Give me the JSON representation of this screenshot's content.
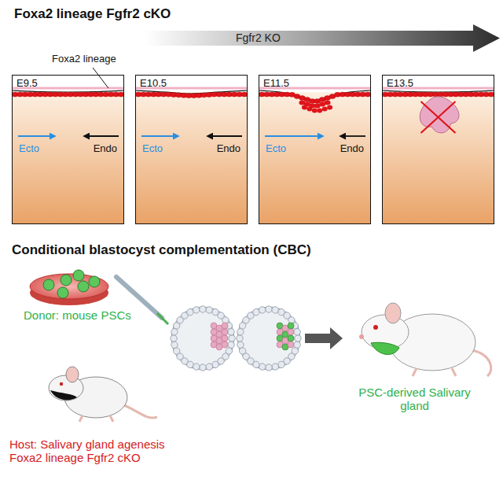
{
  "diagram": {
    "title": "Foxa2 lineage Fgfr2 cKO",
    "nodes": [
      {
        "text": [
          "E9.5",
          "Ecto",
          "Endo"
        ]
      },
      {
        "text": [
          "E10.5",
          "Ecto",
          "Endo"
        ]
      },
      {
        "text": [
          "E11.5",
          "Ecto",
          "Endo"
        ]
      },
      {
        "text": [
          "E13.5"
        ]
      }
    ],
    "labels": [
      "Fgfr2 KO",
      "Foxa2 lineage",
      "Conditional blastocyst complementation (CBC)",
      "Donor: mouse PSCs",
      "Host: Salivary gland agenesis Foxa2 lineage Fgfr2 cKO",
      "PSC-derived Salivary gland"
    ]
  }
}
